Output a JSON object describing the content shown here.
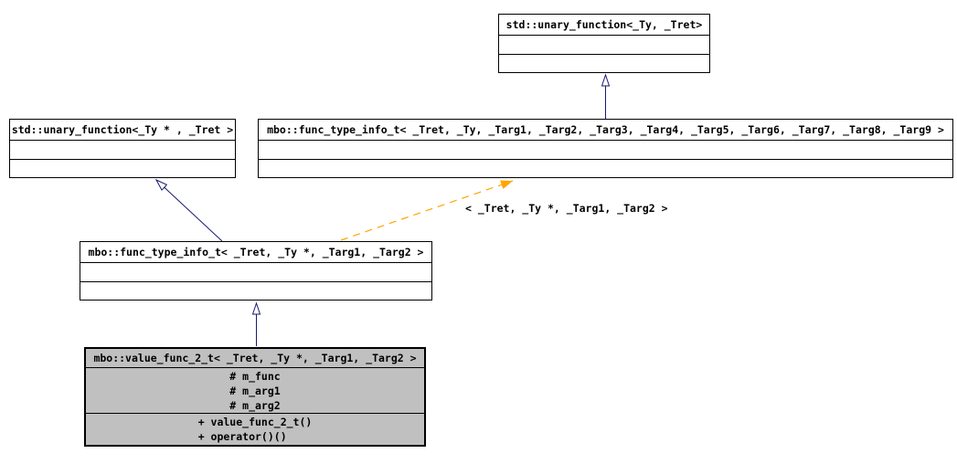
{
  "diagram": {
    "type": "uml-class-inheritance-diagram",
    "classes": {
      "std_unary_function": {
        "title": "std::unary_function<_Ty, _Tret>"
      },
      "std_unary_function_ptr": {
        "title": "std::unary_function<_Ty * , _Tret >"
      },
      "func_type_info_full": {
        "title": "mbo::func_type_info_t< _Tret, _Ty, _Targ1, _Targ2, _Targ3, _Targ4, _Targ5, _Targ6, _Targ7, _Targ8, _Targ9 >"
      },
      "func_type_info_ptr": {
        "title": "mbo::func_type_info_t< _Tret, _Ty *, _Targ1, _Targ2 >"
      },
      "value_func_2": {
        "title": "mbo::value_func_2_t< _Tret, _Ty *, _Targ1, _Targ2 >",
        "attributes": [
          "# m_func",
          "# m_arg1",
          "# m_arg2"
        ],
        "methods": [
          "+ value_func_2_t()",
          "+ operator()()"
        ]
      }
    },
    "edges": {
      "template_instantiation_label": "< _Tret, _Ty *, _Targ1, _Targ2 >"
    }
  },
  "colors": {
    "inheritance_arrow": "#191970",
    "template_arrow": "#ffa500",
    "node_border": "#000000",
    "node_fill": "#ffffff",
    "focused_node_fill": "#c0c0c0",
    "text": "#000000",
    "page_background": "#ffffff"
  }
}
